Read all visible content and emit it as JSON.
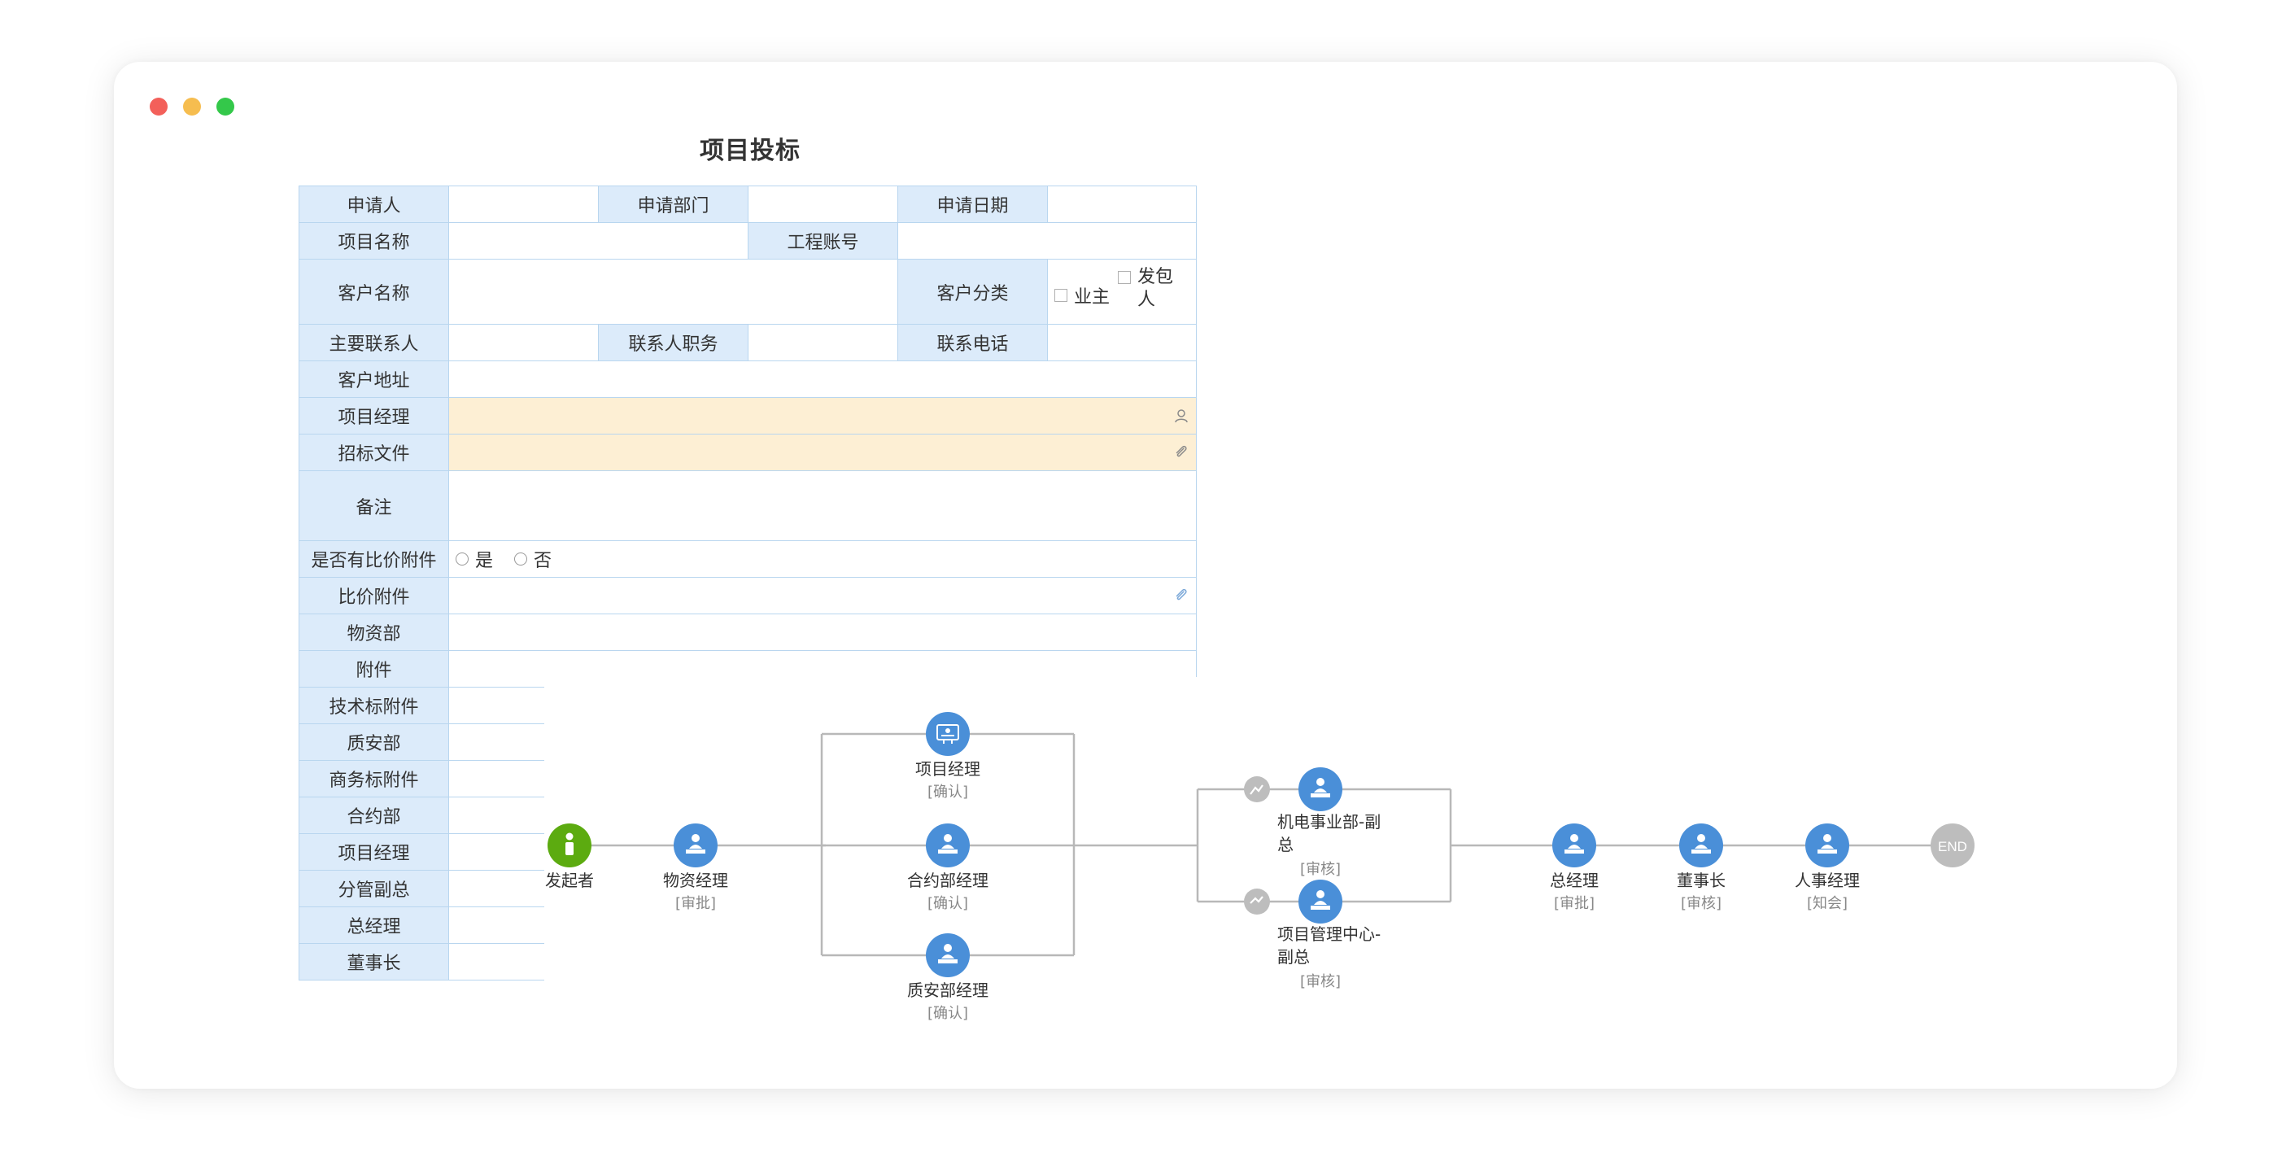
{
  "window": {
    "title": "项目投标"
  },
  "form": {
    "labels": {
      "applicant": "申请人",
      "department": "申请部门",
      "date": "申请日期",
      "project_name": "项目名称",
      "project_account": "工程账号",
      "customer_name": "客户名称",
      "customer_type": "客户分类",
      "main_contact": "主要联系人",
      "contact_title": "联系人职务",
      "contact_phone": "联系电话",
      "customer_address": "客户地址",
      "project_manager": "项目经理",
      "bid_files": "招标文件",
      "remarks": "备注",
      "has_price_compare": "是否有比价附件",
      "price_compare_attach": "比价附件",
      "materials_dept": "物资部",
      "attachments": "附件",
      "tech_bid_attach": "技术标附件",
      "quality_safety": "质安部",
      "business_bid_attach": "商务标附件",
      "contract_dept": "合约部",
      "project_manager_2": "项目经理",
      "vice_gm": "分管副总",
      "gm": "总经理",
      "chairman": "董事长"
    },
    "customer_type_options": [
      "业主",
      "发包人"
    ],
    "price_compare_options": [
      "是",
      "否"
    ]
  },
  "flow": {
    "nodes": [
      {
        "label": "发起者",
        "sub": ""
      },
      {
        "label": "物资经理",
        "sub": "[审批]"
      },
      {
        "label": "项目经理",
        "sub": "[确认]"
      },
      {
        "label": "合约部经理",
        "sub": "[确认]"
      },
      {
        "label": "质安部经理",
        "sub": "[确认]"
      },
      {
        "label": "机电事业部-副总",
        "sub": "[审核]"
      },
      {
        "label": "项目管理中心-副总",
        "sub": "[审核]"
      },
      {
        "label": "总经理",
        "sub": "[审批]"
      },
      {
        "label": "董事长",
        "sub": "[审核]"
      },
      {
        "label": "人事经理",
        "sub": "[知会]"
      }
    ],
    "end_label": "END",
    "colors": {
      "node": "#4a8fd8",
      "start": "#5cab10",
      "end": "#bdbdbd",
      "condition": "#bdbdbd",
      "line": "#b8b8b8"
    }
  }
}
